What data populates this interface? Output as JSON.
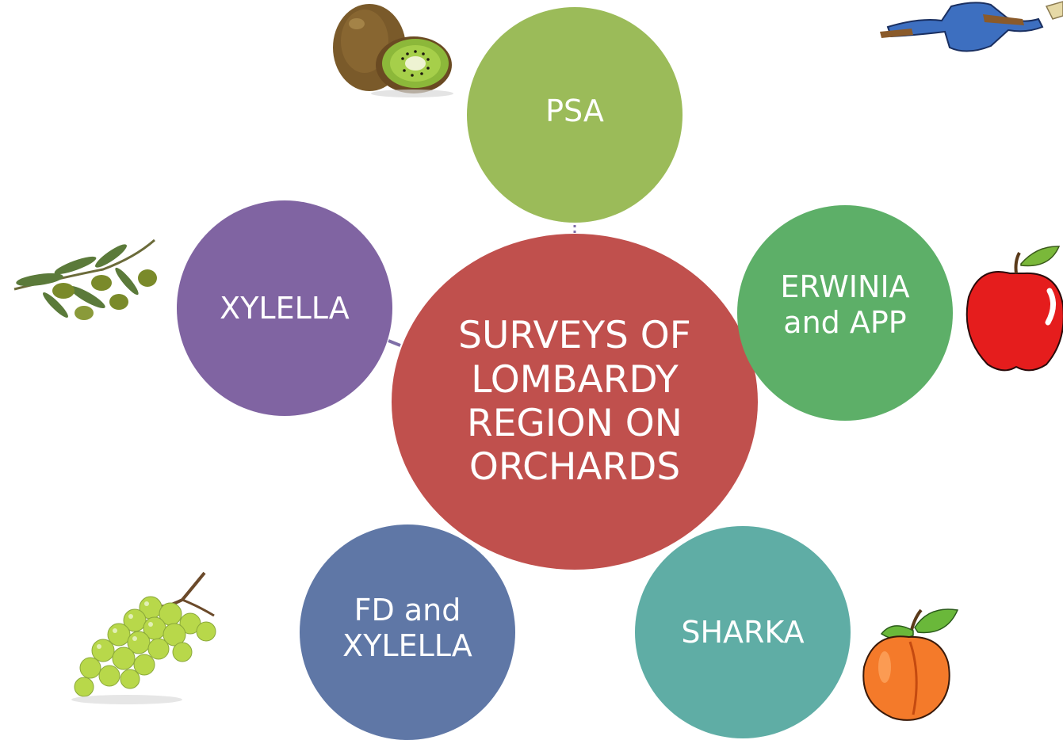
{
  "diagram": {
    "center": {
      "text": "SURVEYS OF LOMBARDY REGION ON ORCHARDS",
      "color": "#c0504d"
    },
    "nodes": [
      {
        "id": "psa",
        "text": "PSA",
        "color": "#9bbb59",
        "fruit": "kiwi-image"
      },
      {
        "id": "erwinia",
        "text": "ERWINIA and APP",
        "color": "#5daf68",
        "fruit": "apple-image"
      },
      {
        "id": "sharka",
        "text": "SHARKA",
        "color": "#5fada5",
        "fruit": "peach-image"
      },
      {
        "id": "fd",
        "text": "FD and XYLELLA",
        "color": "#5f77a6",
        "fruit": "grapes-image"
      },
      {
        "id": "xylella",
        "text": "XYLELLA",
        "color": "#8064a2",
        "fruit": "olive-branch-image"
      }
    ],
    "connector_color": "#7f6fa8"
  },
  "decorations": [
    "kiwi-image",
    "apple-image",
    "peach-image",
    "grapes-image",
    "olive-branch-image",
    "cartoon-figure-image"
  ]
}
